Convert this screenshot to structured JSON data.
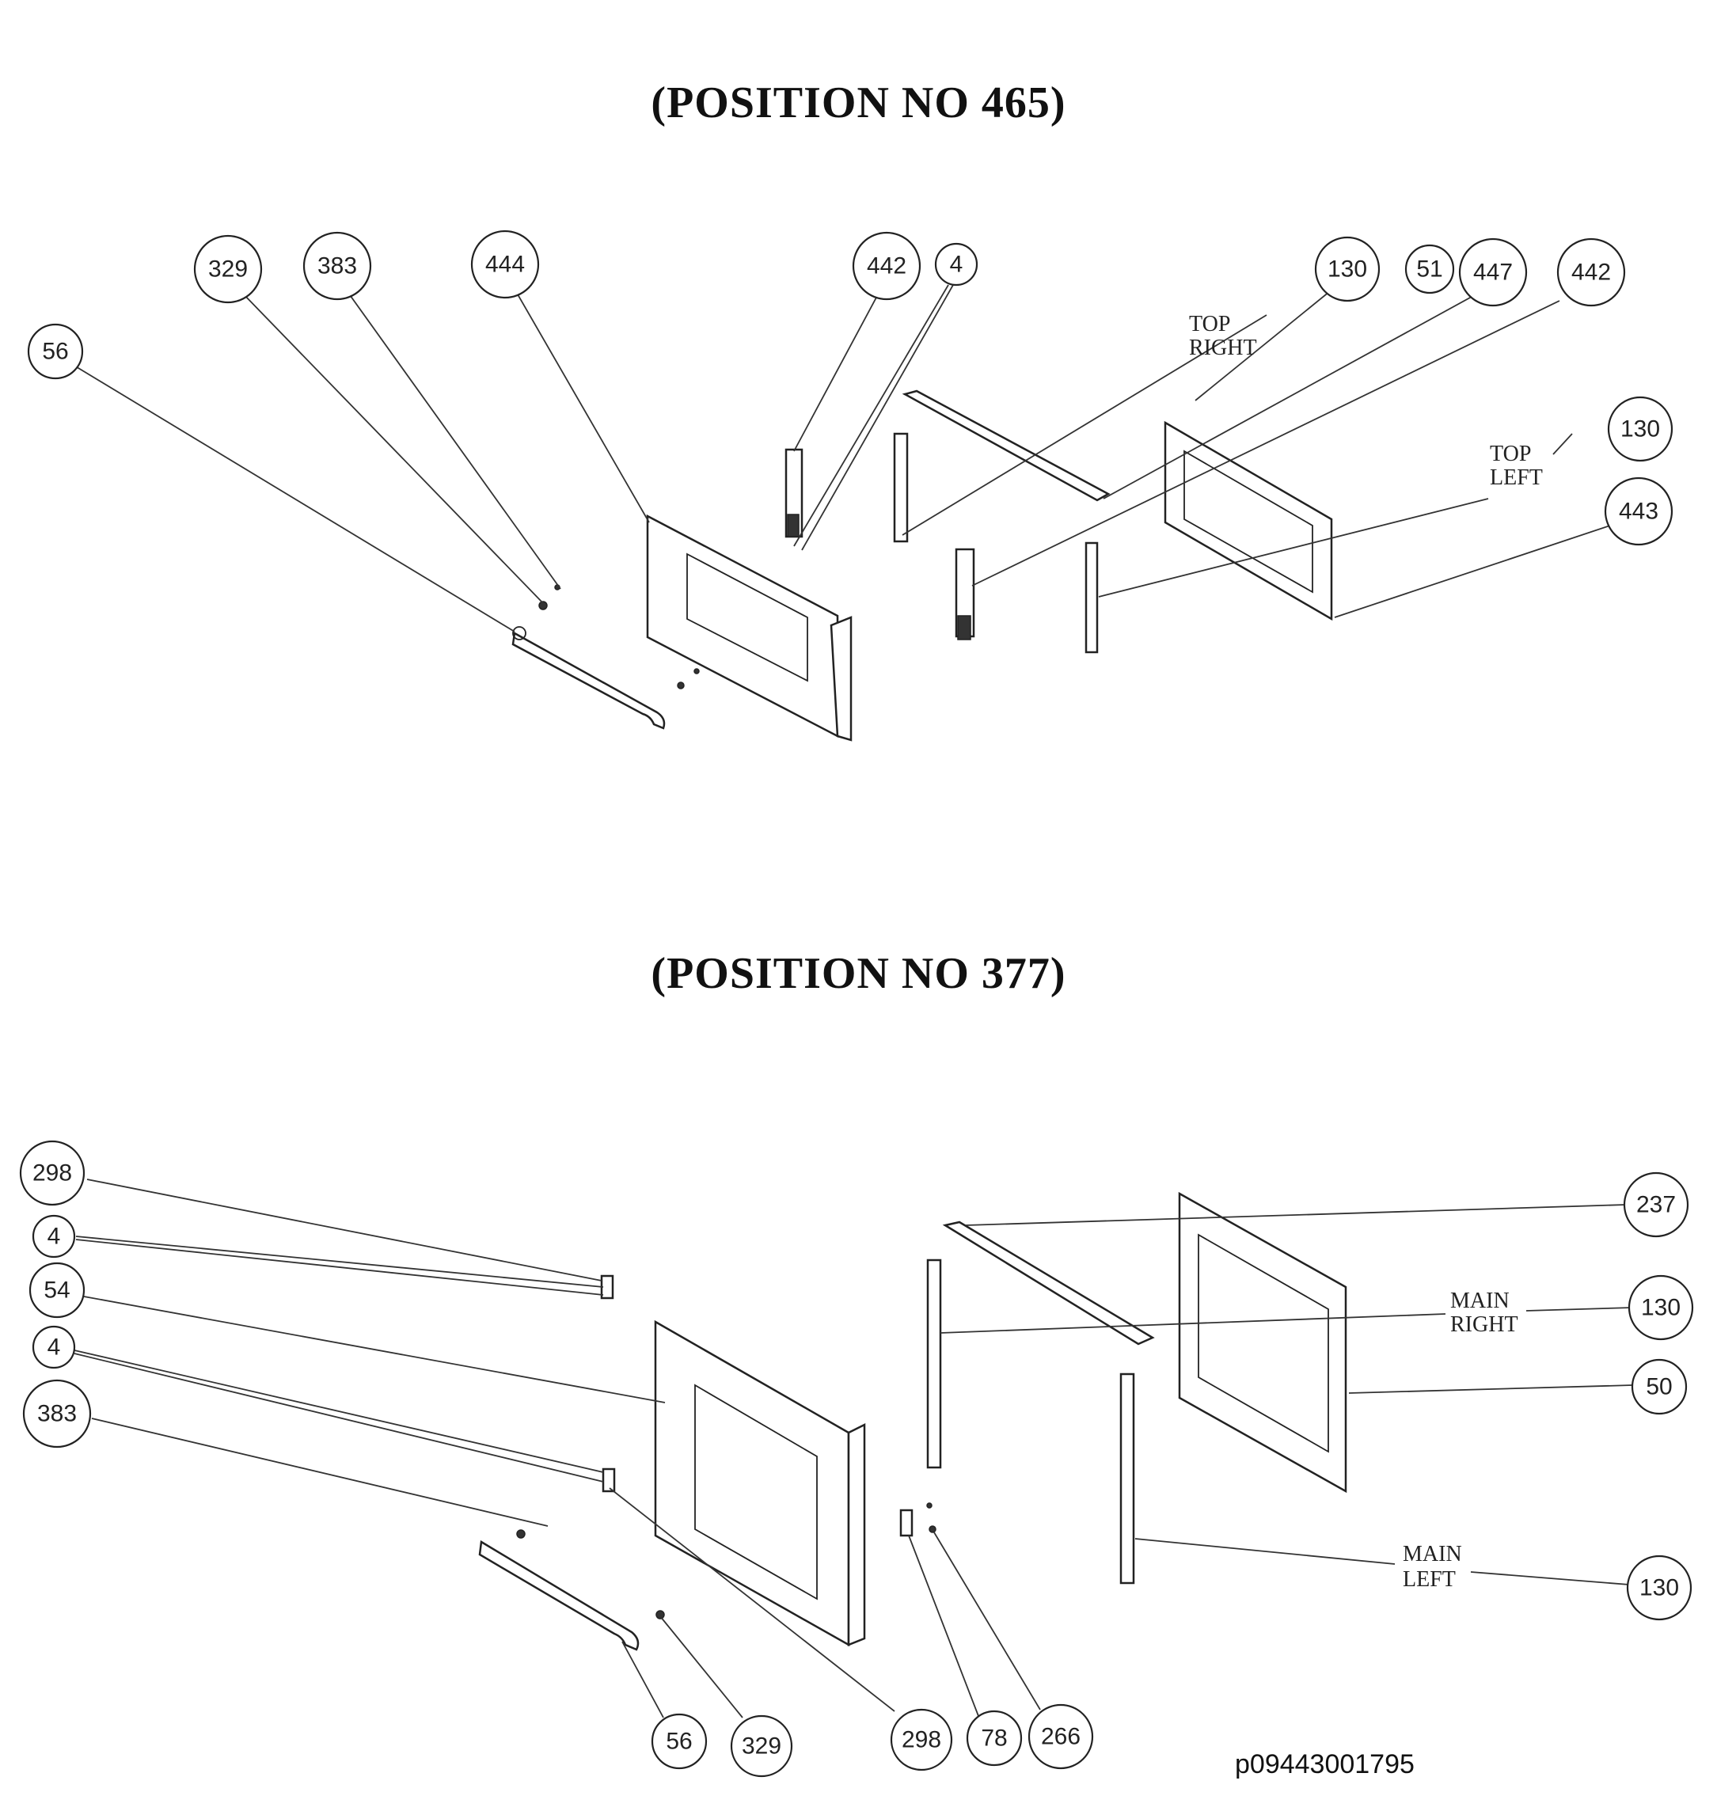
{
  "titles": {
    "top": "(POSITION NO 465)",
    "bottom": "(POSITION NO 377)"
  },
  "document_code": "p09443001795",
  "top_section": {
    "balloons": [
      "56",
      "329",
      "383",
      "444",
      "442",
      "4",
      "130",
      "51",
      "447",
      "442",
      "130",
      "443"
    ],
    "side_labels": [
      {
        "line1": "TOP",
        "line2": "RIGHT"
      },
      {
        "line1": "TOP",
        "line2": "LEFT"
      }
    ]
  },
  "bottom_section": {
    "balloons": [
      "298",
      "4",
      "54",
      "4",
      "383",
      "237",
      "130",
      "50",
      "130",
      "56",
      "329",
      "298",
      "78",
      "266"
    ],
    "side_labels": [
      {
        "line1": "MAIN",
        "line2": "RIGHT"
      },
      {
        "line1": "MAIN",
        "line2": "LEFT"
      }
    ]
  }
}
